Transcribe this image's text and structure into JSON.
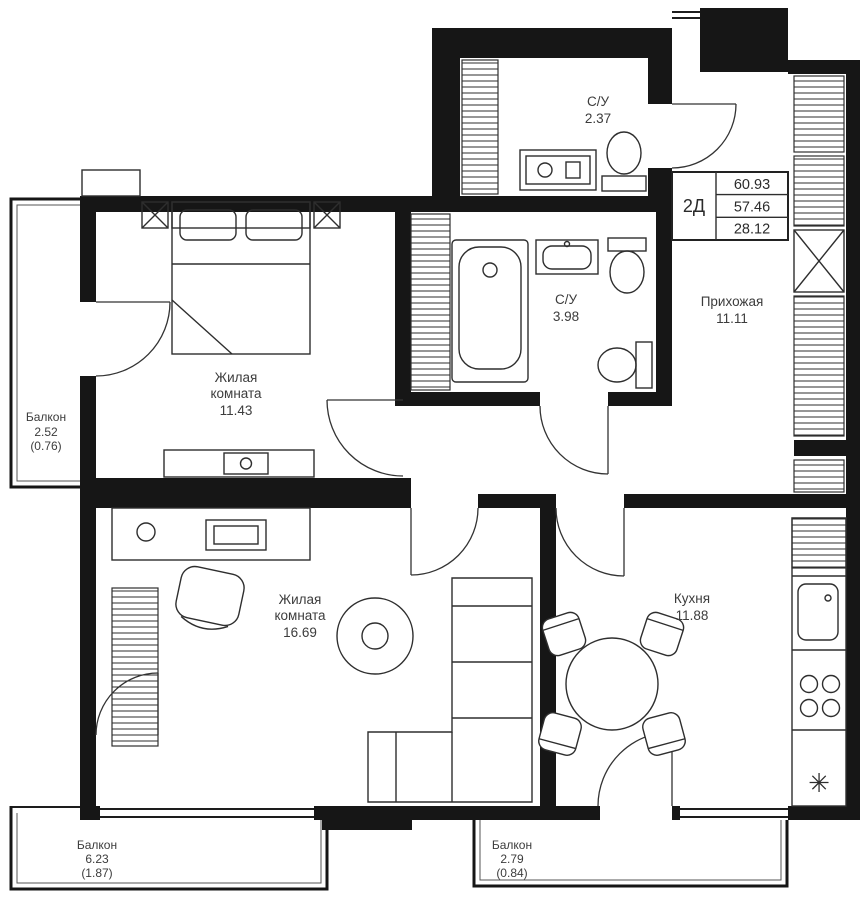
{
  "info_box": {
    "unit_type": "2Д",
    "areas": [
      "60.93",
      "57.46",
      "28.12"
    ]
  },
  "rooms": {
    "bath_top": {
      "name": "С/У",
      "area": "2.37"
    },
    "bath_main": {
      "name": "С/У",
      "area": "3.98"
    },
    "hallway": {
      "name": "Прихожая",
      "area": "11.11"
    },
    "bedroom": {
      "name_line1": "Жилая",
      "name_line2": "комната",
      "area": "11.43"
    },
    "living_room": {
      "name_line1": "Жилая",
      "name_line2": "комната",
      "area": "16.69"
    },
    "kitchen": {
      "name": "Кухня",
      "area": "11.88"
    },
    "balcony_left": {
      "name": "Балкон",
      "area": "2.52",
      "area_reduced": "(0.76)"
    },
    "balcony_bottom_left": {
      "name": "Балкон",
      "area": "6.23",
      "area_reduced": "(1.87)"
    },
    "balcony_bottom_right": {
      "name": "Балкон",
      "area": "2.79",
      "area_reduced": "(0.84)"
    }
  },
  "symbols": {
    "fridge": "✳"
  },
  "palette": {
    "wall": "#161616",
    "line": "#2e2e2e",
    "text": "#3c3c3c",
    "background": "#ffffff"
  }
}
